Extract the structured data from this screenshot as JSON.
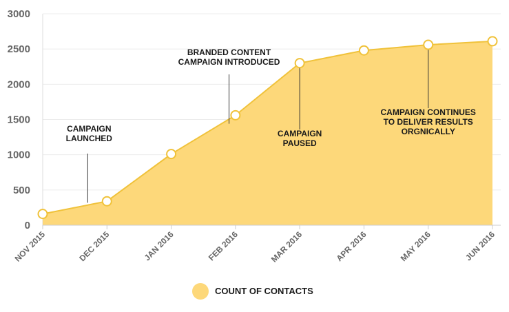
{
  "chart_data": {
    "type": "area",
    "categories": [
      "NOV 2015",
      "DEC 2015",
      "JAN 2016",
      "FEB 2016",
      "MAR 2016",
      "APR 2016",
      "MAY 2016",
      "JUN 2016"
    ],
    "series": [
      {
        "name": "COUNT OF CONTACTS",
        "values": [
          160,
          340,
          1010,
          1560,
          2300,
          2480,
          2560,
          2610
        ]
      }
    ],
    "ylim": [
      0,
      3000
    ],
    "yticks": [
      0,
      500,
      1000,
      1500,
      2000,
      2500,
      3000
    ],
    "ytick_labels": [
      "0",
      "500",
      "1000",
      "1500",
      "2000",
      "2500",
      "3000"
    ],
    "grid": true,
    "legend": "bottom-center",
    "annotations": [
      {
        "lines": [
          "CAMPAIGN",
          "LAUNCHED"
        ],
        "x_index": 0.7,
        "y": 280
      },
      {
        "lines": [
          "BRANDED CONTENT",
          "CAMPAIGN INTRODUCED"
        ],
        "x_index": 2.9,
        "y": 1440
      },
      {
        "lines": [
          "CAMPAIGN",
          "PAUSED"
        ],
        "x_index": 4.0,
        "y": 2300
      },
      {
        "lines": [
          "CAMPAIGN CONTINUES",
          "TO DELIVER RESULTS",
          "ORGNICALLY"
        ],
        "x_index": 6.0,
        "y": 2560
      }
    ],
    "colors": {
      "fill": "#fdd87a",
      "line": "#f0c23a",
      "marker_fill": "#ffffff",
      "marker_stroke": "#f0c23a",
      "grid": "#ececec"
    }
  }
}
